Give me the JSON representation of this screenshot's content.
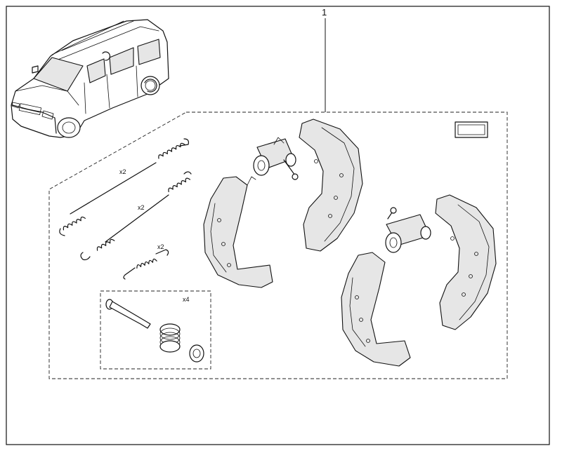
{
  "diagram": {
    "callout_number": "1",
    "quantity_labels": {
      "long_spring": "x2",
      "upper_spring": "x2",
      "small_spring": "x2",
      "pin_kit": "x4"
    }
  }
}
